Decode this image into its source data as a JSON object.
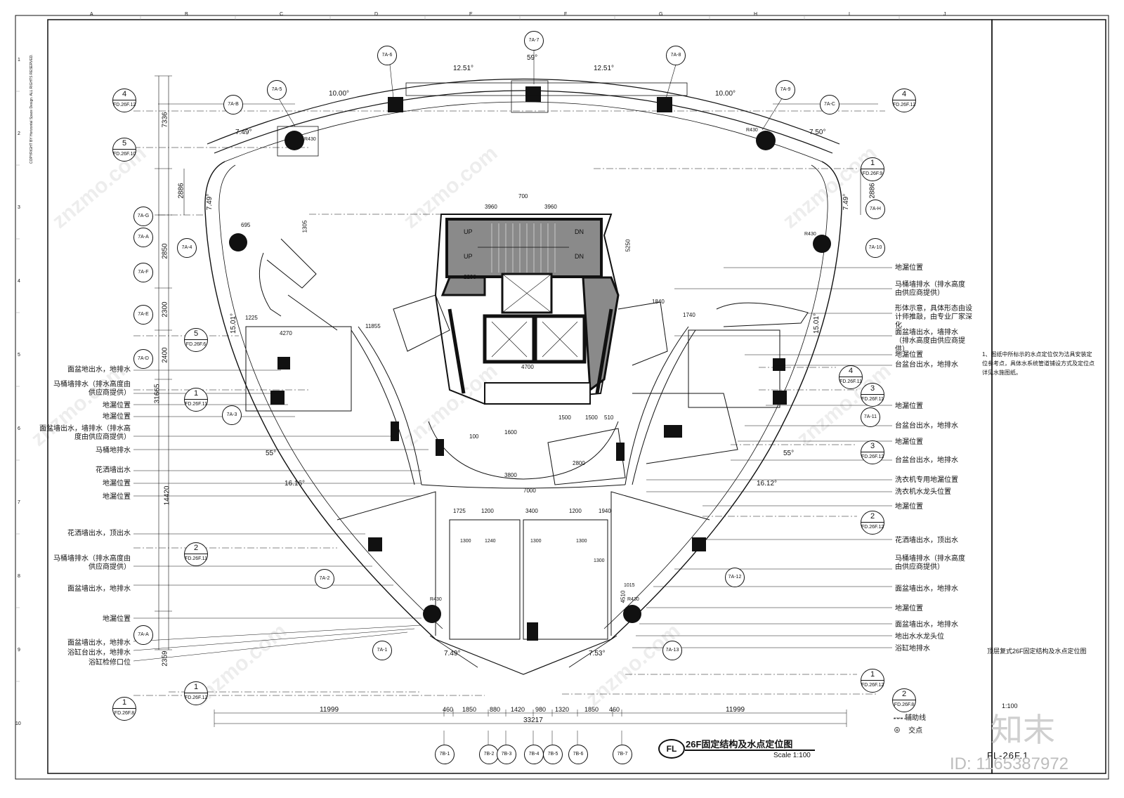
{
  "sheet": {
    "title": "26F固定结构及水点定位图",
    "scale": "Scale 1:100",
    "tag": "FL",
    "side_title": "顶层复式26F固定结构及水点定位图",
    "side_scale": "1:100",
    "drawing_no": "FL-26F.1",
    "notes": "1、图纸中所标示的水点定位仅为洁具安装定位参考点，具体水系统管道铺设方式及定位点详见水施图纸。",
    "legend": [
      {
        "symbol": "----",
        "text": "辅助线"
      },
      {
        "symbol": "⊕",
        "text": "交点"
      }
    ],
    "watermark": "znzmo.com",
    "brand": "知末",
    "id_text": "ID: 1165387972",
    "copyright": "COPYRIGHT BY Horizontal Space Design. ALL RIGHTS RESERVED."
  },
  "grid": {
    "columns": [
      "A",
      "B",
      "C",
      "D",
      "E",
      "F",
      "G",
      "H",
      "I",
      "J"
    ],
    "rows": [
      "1",
      "2",
      "3",
      "4",
      "5",
      "6",
      "7",
      "8",
      "9",
      "10"
    ]
  },
  "angles": [
    "12.51°",
    "12.51°",
    "59°",
    "10.00°",
    "10.00°",
    "7.49°",
    "7.50°",
    "7.49°",
    "7.49°",
    "15.01°",
    "15.01°",
    "55°",
    "55°",
    "16.16°",
    "16.12°",
    "7.49°",
    "7.53°"
  ],
  "dims_bottom": [
    "11999",
    "460",
    "1850",
    "880",
    "1420",
    "980",
    "1320",
    "1850",
    "460",
    "11999"
  ],
  "dim_total_bottom": "33217",
  "dims_left": [
    "7336",
    "2886",
    "2850",
    "2300",
    "2400",
    "14420",
    "2359"
  ],
  "dim_total_left": "31665",
  "dim_right": "2886",
  "room_dims": [
    "3960",
    "3960",
    "700",
    "4700",
    "2290",
    "1840",
    "1740",
    "11855",
    "4270",
    "3800",
    "7000",
    "3400",
    "1200",
    "1200",
    "1940",
    "1725",
    "1600",
    "100",
    "1500",
    "1500",
    "510",
    "2800",
    "1300",
    "1300",
    "1300",
    "1240",
    "1300",
    "4510",
    "1015",
    "695",
    "1225",
    "1305",
    "5250",
    "R430",
    "R430",
    "R430",
    "R430",
    "R430"
  ],
  "left_labels": [
    "面盆地出水，地排水",
    "马桶墙排水（排水高度由供应商提供）",
    "地漏位置",
    "地漏位置",
    "面盆墙出水，墙排水（排水高度由供应商提供）",
    "马桶地排水",
    "花洒墙出水",
    "地漏位置",
    "地漏位置",
    "花洒墙出水，顶出水",
    "马桶墙排水（排水高度由供应商提供）",
    "面盆墙出水，地排水",
    "地漏位置",
    "面盆墙出水，地排水",
    "浴缸台出水，地排水",
    "浴缸检修口位"
  ],
  "right_labels": [
    "地漏位置",
    "马桶墙排水（排水高度由供应商提供）",
    "形体示意，具体形态由设计师推敲，由专业厂家深化",
    "面盆墙出水，墙排水（排水高度由供应商提供）",
    "地漏位置",
    "台盆台出水，地排水",
    "地漏位置",
    "台盆台出水，地排水",
    "地漏位置",
    "台盆台出水，地排水",
    "洗衣机专用地漏位置",
    "洗衣机水龙头位置",
    "地漏位置",
    "花洒墙出水，顶出水",
    "马桶墙排水（排水高度由供应商提供）",
    "面盆墙出水，地排水",
    "地漏位置",
    "面盆墙出水，地排水",
    "地出水水龙头位",
    "浴缸地排水"
  ],
  "axis_bubbles_top": [
    "7A-7",
    "7A-6",
    "7A-8",
    "7A-5",
    "7A-9"
  ],
  "axis_bubbles_side": [
    "7A-B",
    "7A-C",
    "7A-G",
    "7A-H",
    "7A-A",
    "7A-F",
    "7A-E",
    "7A-D",
    "7A-4",
    "7A-10",
    "7A-3",
    "7A-11",
    "7A-2",
    "7A-12",
    "7A-1",
    "7A-13",
    "7A-A"
  ],
  "axis_bubbles_bottom": [
    "7B-1",
    "7B-2",
    "7B-3",
    "7B-4",
    "7B-5",
    "7B-6",
    "7B-7"
  ],
  "detail_refs": [
    {
      "n": "4",
      "s": "FD.26F.12"
    },
    {
      "n": "5",
      "s": "FD.26F.10"
    },
    {
      "n": "4",
      "s": "FD.26F.12"
    },
    {
      "n": "1",
      "s": "FD.26F.9"
    },
    {
      "n": "5",
      "s": "FD.26F.6"
    },
    {
      "n": "1",
      "s": "FD.26F.11"
    },
    {
      "n": "4",
      "s": "FD.26F.11"
    },
    {
      "n": "3",
      "s": "FD.26F.11"
    },
    {
      "n": "3",
      "s": "FD.26F.12"
    },
    {
      "n": "2",
      "s": "FD.26F.12"
    },
    {
      "n": "2",
      "s": "FD.26F.11"
    },
    {
      "n": "1",
      "s": "FD.26F.12"
    },
    {
      "n": "1",
      "s": "FD.26F.12"
    },
    {
      "n": "2",
      "s": "FD.26F.8"
    },
    {
      "n": "1",
      "s": "FD.26F.8"
    }
  ],
  "stair_labels": [
    "UP",
    "UP",
    "DN",
    "DN"
  ],
  "colors": {
    "line": "#111111",
    "core_fill": "#8a8a8a",
    "wall": "#111111",
    "watermark": "#cccccc"
  }
}
